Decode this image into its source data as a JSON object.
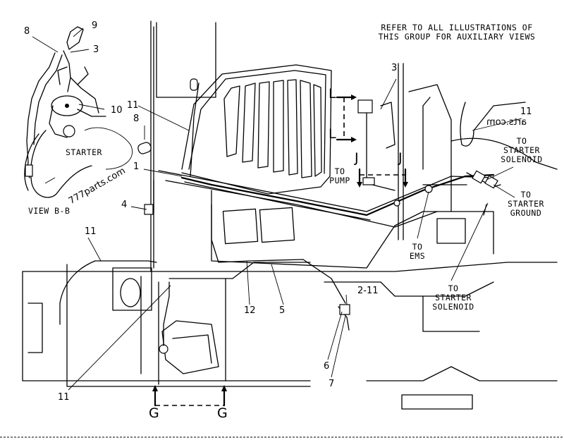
{
  "header_note": {
    "line1": "REFER TO ALL ILLUSTRATIONS OF",
    "line2": "THIS GROUP FOR AUXILIARY VIEWS"
  },
  "view_label": "VIEW B-B",
  "starter_label": "STARTER",
  "watermarks": {
    "main": "777parts.com",
    "mirrored": "arts.com"
  },
  "section_markers": {
    "J_left": "J",
    "J_right": "J",
    "L_top": "L",
    "L_bottom": "L",
    "G_left": "G",
    "G_right": "G"
  },
  "callouts": {
    "c8": "8",
    "c9": "9",
    "c3_view": "3",
    "c10": "10",
    "c11_top": "11",
    "c8_main": "8",
    "c1": "1",
    "c4": "4",
    "c11_left": "11",
    "c11_bottom": "11",
    "c12": "12",
    "c5": "5",
    "c2_11": "2-11",
    "c6": "6",
    "c7": "7",
    "c3_top": "3",
    "c11_right": "11"
  },
  "destinations": {
    "to_pump": [
      "TO",
      "PUMP"
    ],
    "to_ems": [
      "TO",
      "EMS"
    ],
    "to_starter_solenoid_top": [
      "TO",
      "STARTER",
      "SOLENOID"
    ],
    "to_starter_ground": [
      "TO",
      "STARTER",
      "GROUND"
    ],
    "to_starter_solenoid_bottom": [
      "TO",
      "STARTER",
      "SOLENOID"
    ]
  }
}
